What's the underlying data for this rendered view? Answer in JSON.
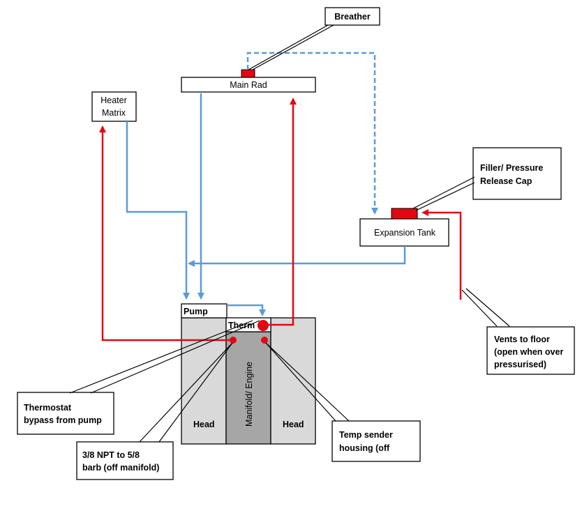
{
  "labels": {
    "breather": "Breather",
    "main_rad": "Main Rad",
    "heater_line1": "Heater",
    "heater_line2": "Matrix",
    "filler_line1": "Filler/ Pressure",
    "filler_line2": "Release Cap",
    "expansion_tank": "Expansion Tank",
    "pump": "Pump",
    "therm": "Therm",
    "head_left": "Head",
    "head_right": "Head",
    "manifold": "Manifold/ Engine",
    "vents_line1": "Vents to floor",
    "vents_line2": "(open when over",
    "vents_line3": "pressurised)",
    "bypass_line1": "Thermostat",
    "bypass_line2": "bypass from pump",
    "npt_line1": "3/8 NPT to 5/8",
    "npt_line2": "barb (off manifold)",
    "sender_line1": "Temp sender",
    "sender_line2": "housing  (off"
  },
  "colors": {
    "cold_line": "#5b9bd5",
    "hot_line": "#e30613",
    "head_fill": "#d9d9d9",
    "manifold_fill": "#a6a6a6"
  }
}
